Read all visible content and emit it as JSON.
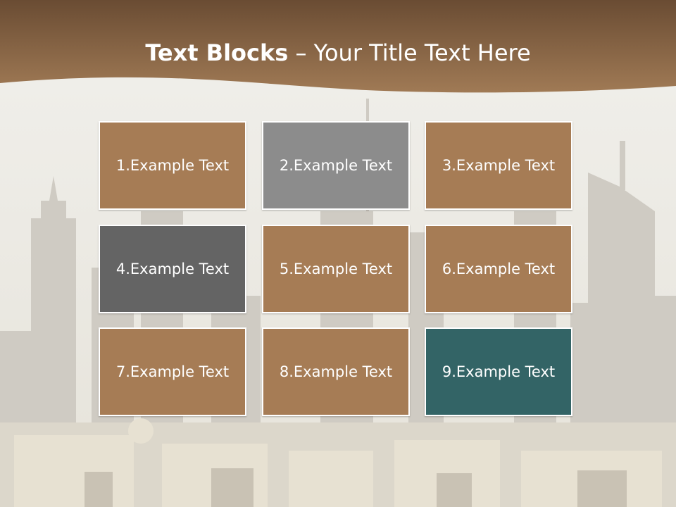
{
  "title": {
    "bold": "Text Blocks",
    "sep": " – ",
    "rest": "Your Title Text Here"
  },
  "blocks": [
    {
      "label": "1.Example Text",
      "color": "#a67c55"
    },
    {
      "label": "2.Example Text",
      "color": "#8c8c8c"
    },
    {
      "label": "3.Example Text",
      "color": "#a67c55"
    },
    {
      "label": "4.Example Text",
      "color": "#646464"
    },
    {
      "label": "5.Example Text",
      "color": "#a67c55"
    },
    {
      "label": "6.Example Text",
      "color": "#a67c55"
    },
    {
      "label": "7.Example Text",
      "color": "#a67c55"
    },
    {
      "label": "8.Example Text",
      "color": "#a67c55"
    },
    {
      "label": "9.Example Text",
      "color": "#336466"
    }
  ],
  "colors": {
    "header_dark": "#6a4c33",
    "header_light": "#a07a55"
  }
}
